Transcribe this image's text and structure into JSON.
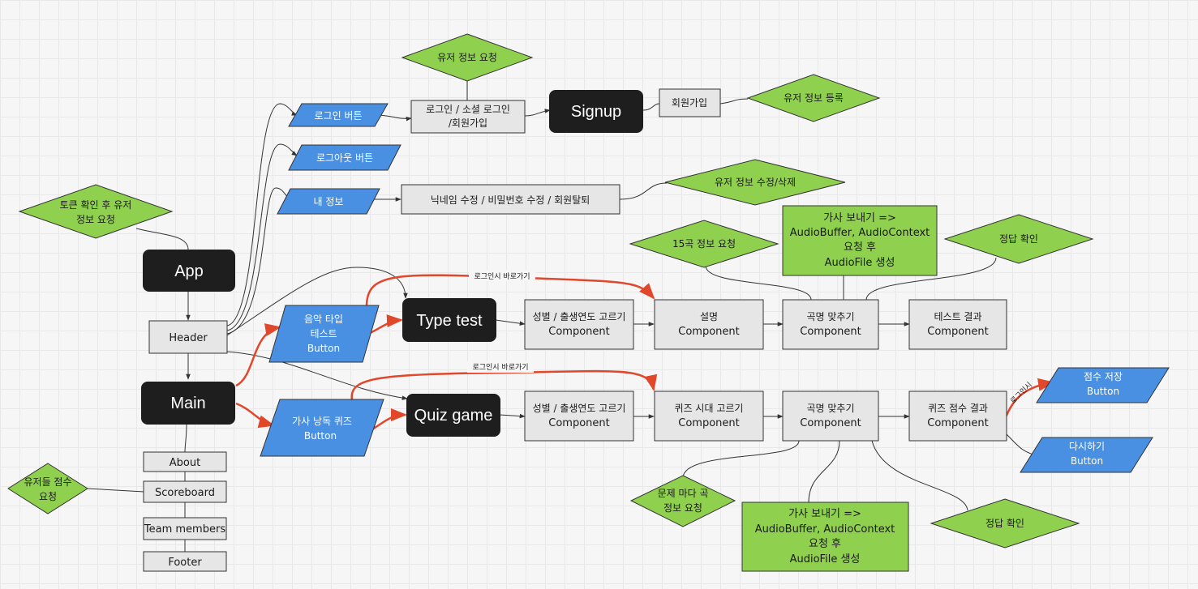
{
  "colors": {
    "dark_node": "#1e1e1e",
    "gray_node": "#e6e6e6",
    "blue_node": "#4a90e2",
    "green_node": "#8fd14f",
    "connector": "#333333",
    "highlight_connector": "#e1472b"
  },
  "nodes": {
    "app": "App",
    "main": "Main",
    "header": "Header",
    "about": "About",
    "scoreboard": "Scoreboard",
    "team_members": "Team members",
    "footer": "Footer",
    "signup": "Signup",
    "type_test": "Type test",
    "quiz_game": "Quiz game",
    "login_button": "로그인 버튼",
    "logout_button": "로그아웃 버튼",
    "my_info": "내 정보",
    "login_box": [
      "로그인 / 소셜 로그인",
      "/회원가입"
    ],
    "join": "회원가입",
    "edit_profile": "닉네임 수정 / 비밀번호 수정 / 회원탈퇴",
    "music_type_test_button": [
      "음악 타입",
      "테스트",
      "Button"
    ],
    "lyrics_quiz_button": [
      "가사 낭독 퀴즈",
      "Button"
    ],
    "tt_gender_year": [
      "성별 / 출생연도 고르기",
      "Component"
    ],
    "tt_description": [
      "설명",
      "Component"
    ],
    "tt_song_guess": [
      "곡명 맞추기",
      "Component"
    ],
    "tt_result": [
      "테스트 결과",
      "Component"
    ],
    "qg_gender_year": [
      "성별 / 출생연도 고르기",
      "Component"
    ],
    "qg_era": [
      "퀴즈 시대 고르기",
      "Component"
    ],
    "qg_song_guess": [
      "곡명 맞추기",
      "Component"
    ],
    "qg_score_result": [
      "퀴즈 점수 결과",
      "Component"
    ],
    "save_score_button": [
      "점수 저장",
      "Button"
    ],
    "retry_button": [
      "다시하기",
      "Button"
    ],
    "req_user_info": "유저 정보 요청",
    "register_user_info": "유저 정보 등록",
    "token_check": [
      "토큰 확인 후 유저",
      "정보 요청"
    ],
    "edit_delete_user": "유저 정보 수정/삭제",
    "req_15_songs": "15곡 정보 요청",
    "tt_answer_check": "정답 확인",
    "tt_send_lyrics": [
      "가사 보내기 =>",
      "AudioBuffer, AudioContext",
      "요청 후",
      "AudioFile 생성"
    ],
    "req_user_scores": [
      "유저들 점수",
      "요청"
    ],
    "req_song_per_question": [
      "문제 마다 곡",
      "정보 요청"
    ],
    "qg_send_lyrics": [
      "가사 보내기 =>",
      "AudioBuffer, AudioContext",
      "요청 후",
      "AudioFile 생성"
    ],
    "qg_answer_check": "정답 확인"
  },
  "edge_labels": {
    "go_when_logged_in_1": "로그인시 바로가기",
    "go_when_logged_in_2": "로그인시 바로가기",
    "on_login": "로그인시"
  }
}
